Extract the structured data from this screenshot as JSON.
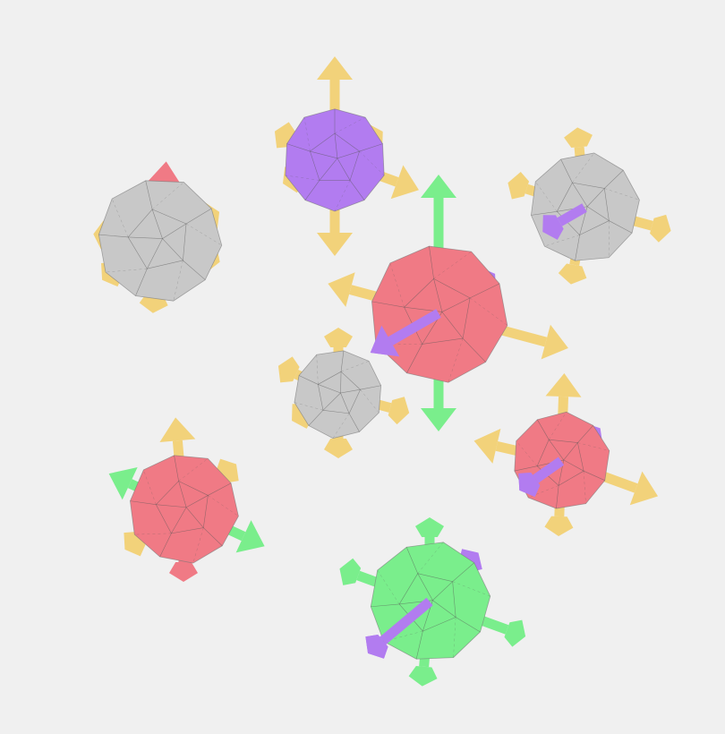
{
  "colors": {
    "background": "#f0f0f0",
    "gray": "#c8c8c8",
    "red": "#f07a85",
    "purple": "#b27cf0",
    "green": "#7aee8c",
    "yellow": "#f2d27a"
  },
  "molecules": [
    {
      "name": "molecule-gray-large",
      "core": "gray"
    },
    {
      "name": "molecule-purple-top",
      "core": "purple"
    },
    {
      "name": "molecule-gray-top-right",
      "core": "gray"
    },
    {
      "name": "molecule-red-large-center",
      "core": "red"
    },
    {
      "name": "molecule-gray-small-center",
      "core": "gray"
    },
    {
      "name": "molecule-red-right",
      "core": "red"
    },
    {
      "name": "molecule-red-left",
      "core": "red"
    },
    {
      "name": "molecule-green-bottom",
      "core": "green"
    }
  ]
}
